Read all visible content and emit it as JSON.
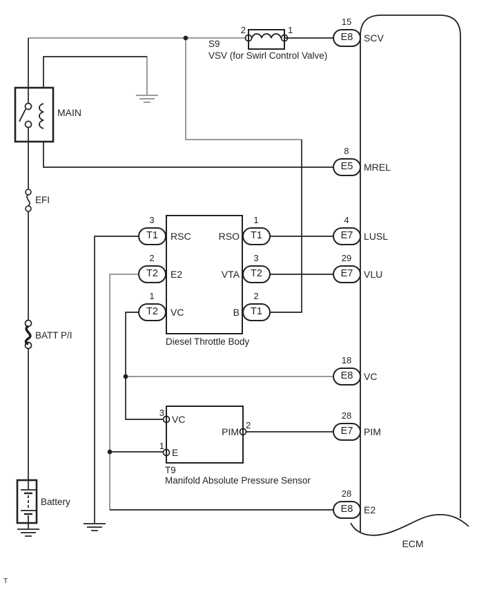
{
  "colors": {
    "wire_black": "#231f20",
    "wire_gray": "#9a9a9a",
    "background": "#ffffff"
  },
  "page_note": "T",
  "power_circuit": {
    "relay_label": "MAIN",
    "fuse_efi_label": "EFI",
    "fusible_link_label": "BATT P/I",
    "battery_label": "Battery"
  },
  "vsv": {
    "code": "S9",
    "name": "VSV (for Swirl Control Valve)",
    "pin_left": "2",
    "pin_right": "1"
  },
  "throttle_body": {
    "label": "Diesel Throttle Body",
    "left_pins": [
      {
        "number": "3",
        "connector": "T1",
        "signal": "RSC"
      },
      {
        "number": "2",
        "connector": "T2",
        "signal": "E2"
      },
      {
        "number": "1",
        "connector": "T2",
        "signal": "VC"
      }
    ],
    "right_pins": [
      {
        "number": "1",
        "connector": "T1",
        "signal": "RSO"
      },
      {
        "number": "3",
        "connector": "T2",
        "signal": "VTA"
      },
      {
        "number": "2",
        "connector": "T1",
        "signal": "B"
      }
    ]
  },
  "map_sensor": {
    "code": "T9",
    "label": "Manifold Absolute Pressure Sensor",
    "pins": [
      {
        "number": "3",
        "signal": "VC"
      },
      {
        "number": "1",
        "signal": "E"
      },
      {
        "number": "2",
        "signal": "PIM"
      }
    ]
  },
  "ecm": {
    "label": "ECM",
    "pins": [
      {
        "number": "15",
        "connector": "E8",
        "signal": "SCV"
      },
      {
        "number": "8",
        "connector": "E5",
        "signal": "MREL"
      },
      {
        "number": "4",
        "connector": "E7",
        "signal": "LUSL"
      },
      {
        "number": "29",
        "connector": "E7",
        "signal": "VLU"
      },
      {
        "number": "18",
        "connector": "E8",
        "signal": "VC"
      },
      {
        "number": "28",
        "connector": "E7",
        "signal": "PIM"
      },
      {
        "number": "28",
        "connector": "E8",
        "signal": "E2"
      }
    ]
  }
}
